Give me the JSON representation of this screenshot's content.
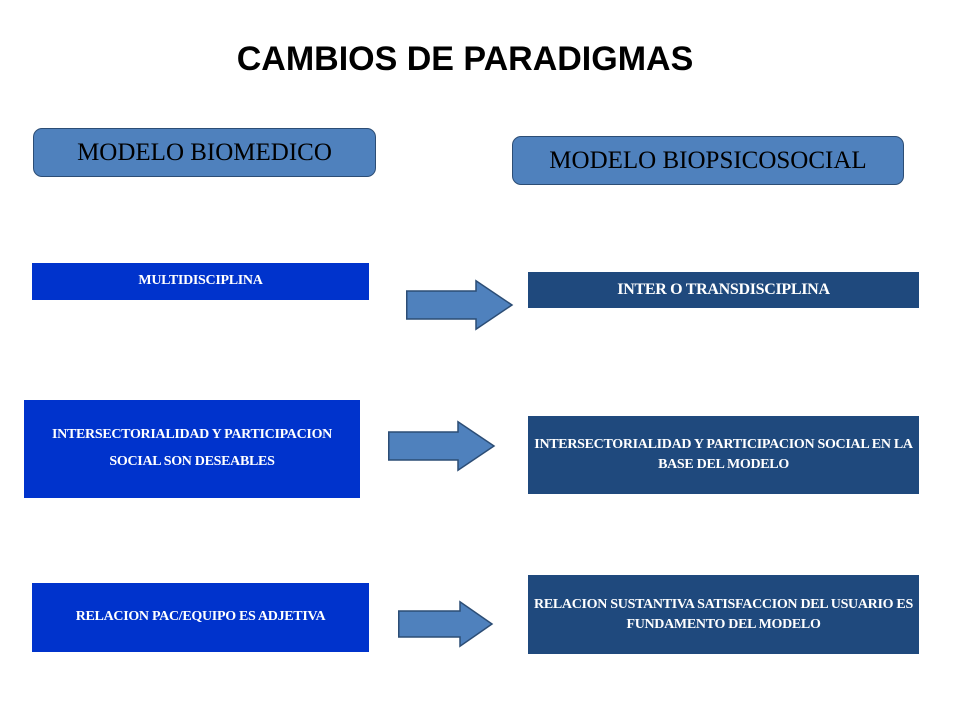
{
  "title": "CAMBIOS DE PARADIGMAS",
  "models": {
    "left": "MODELO BIOMEDICO",
    "right": "MODELO BIOPSICOSOCIAL"
  },
  "rows": [
    {
      "left": "MULTIDISCIPLINA",
      "right": "INTER O TRANSDISCIPLINA"
    },
    {
      "left": "INTERSECTORIALIDAD Y PARTICIPACION SOCIAL SON DESEABLES",
      "right": "INTERSECTORIALIDAD Y PARTICIPACION SOCIAL EN LA BASE DEL MODELO"
    },
    {
      "left": "RELACION PAC/EQUIPO ES ADJETIVA",
      "right": "RELACION SUSTANTIVA SATISFACCION DEL USUARIO ES FUNDAMENTO DEL MODELO"
    }
  ],
  "colors": {
    "header_fill": "#4f81bd",
    "left_box": "#0033cc",
    "right_box": "#1f497d",
    "arrow_fill": "#4f81bd",
    "arrow_stroke": "#2c4d75"
  }
}
